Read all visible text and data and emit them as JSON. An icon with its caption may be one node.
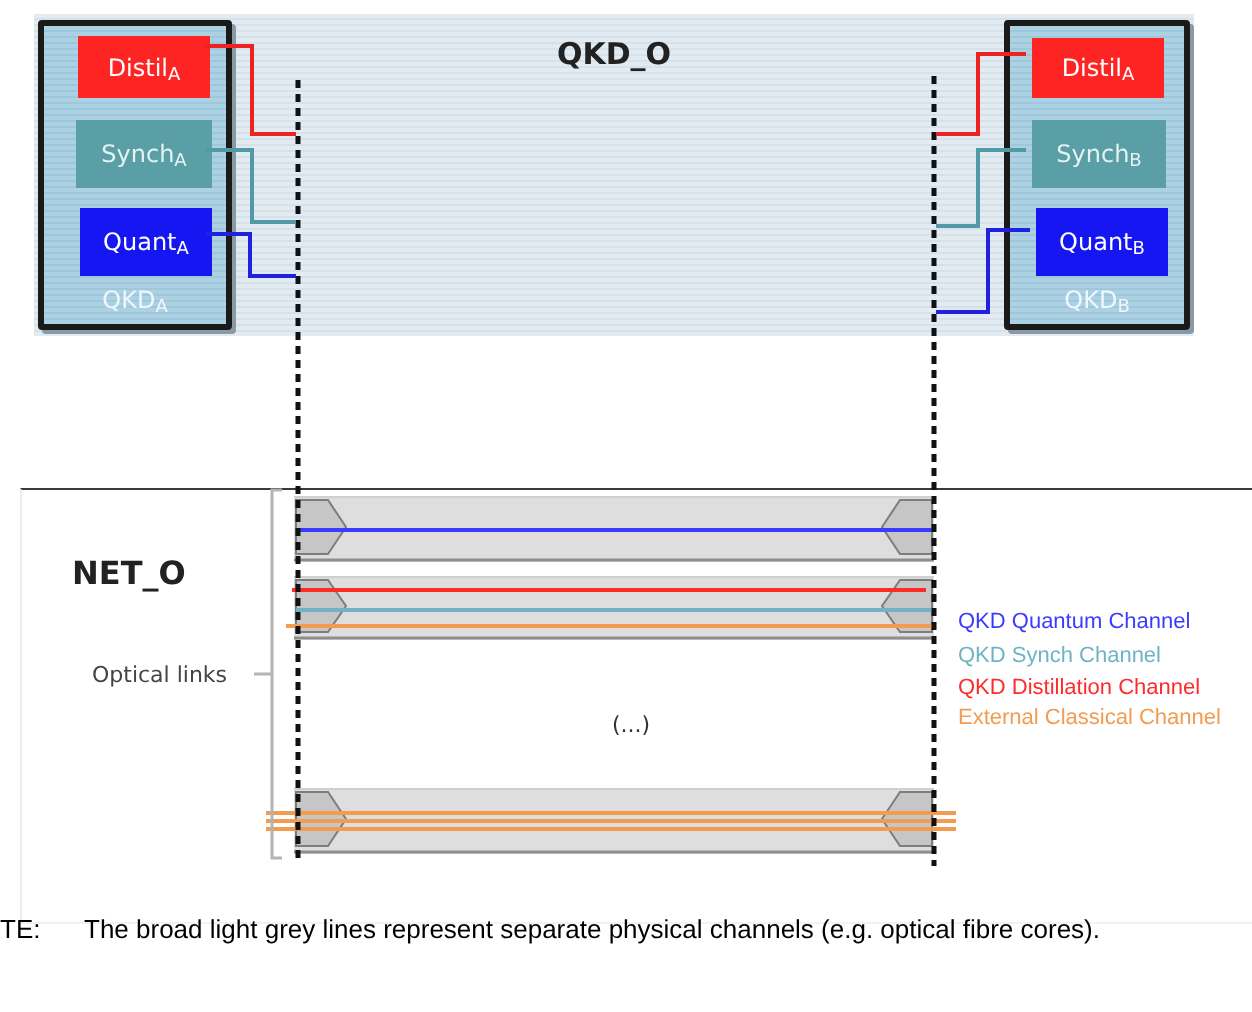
{
  "diagram": {
    "nodes": [
      {
        "text": [
          "QKD_O"
        ]
      },
      {
        "text": [
          "QKD$_{A}$"
        ],
        "in": 0
      },
      {
        "text": [
          "Distil$_{A}$"
        ],
        "in": 1
      },
      {
        "text": [
          "Synch$_{A}$"
        ],
        "in": 1
      },
      {
        "text": [
          "Quant$_{A}$"
        ],
        "in": 1
      },
      {
        "text": [
          "QKD$_{B}$"
        ],
        "in": 0
      },
      {
        "text": [
          "Distil$_{A}$"
        ],
        "in": 5
      },
      {
        "text": [
          "Synch$_{B}$"
        ],
        "in": 5
      },
      {
        "text": [
          "Quant$_{B}$"
        ],
        "in": 5
      },
      {
        "text": [
          "NET_O"
        ]
      }
    ],
    "edges": [
      {
        "from": 2,
        "to": null,
        "arrow": "none",
        "color": "#ee2222"
      },
      {
        "from": 3,
        "to": null,
        "arrow": "none",
        "color": "#4f9aa6"
      },
      {
        "from": 4,
        "to": null,
        "arrow": "none",
        "color": "#2020e0"
      },
      {
        "from": 6,
        "to": null,
        "arrow": "none",
        "color": "#ee2222"
      },
      {
        "from": 7,
        "to": null,
        "arrow": "none",
        "color": "#4f9aa6"
      },
      {
        "from": 8,
        "to": null,
        "arrow": "none",
        "color": "#2020e0"
      }
    ],
    "labels": [
      "Optical links",
      "(...)",
      "TE:",
      "The broad light grey lines represent separate physical channels (e.g. optical fibre cores)."
    ],
    "legend": [
      {
        "text": "QKD Quantum Channel",
        "color": "#3b3bff"
      },
      {
        "text": "QKD Synch Channel",
        "color": "#6fb3c4"
      },
      {
        "text": "QKD Distillation Channel",
        "color": "#ff2a2a"
      },
      {
        "text": "External Classical Channel",
        "color": "#f39b4f"
      }
    ]
  }
}
